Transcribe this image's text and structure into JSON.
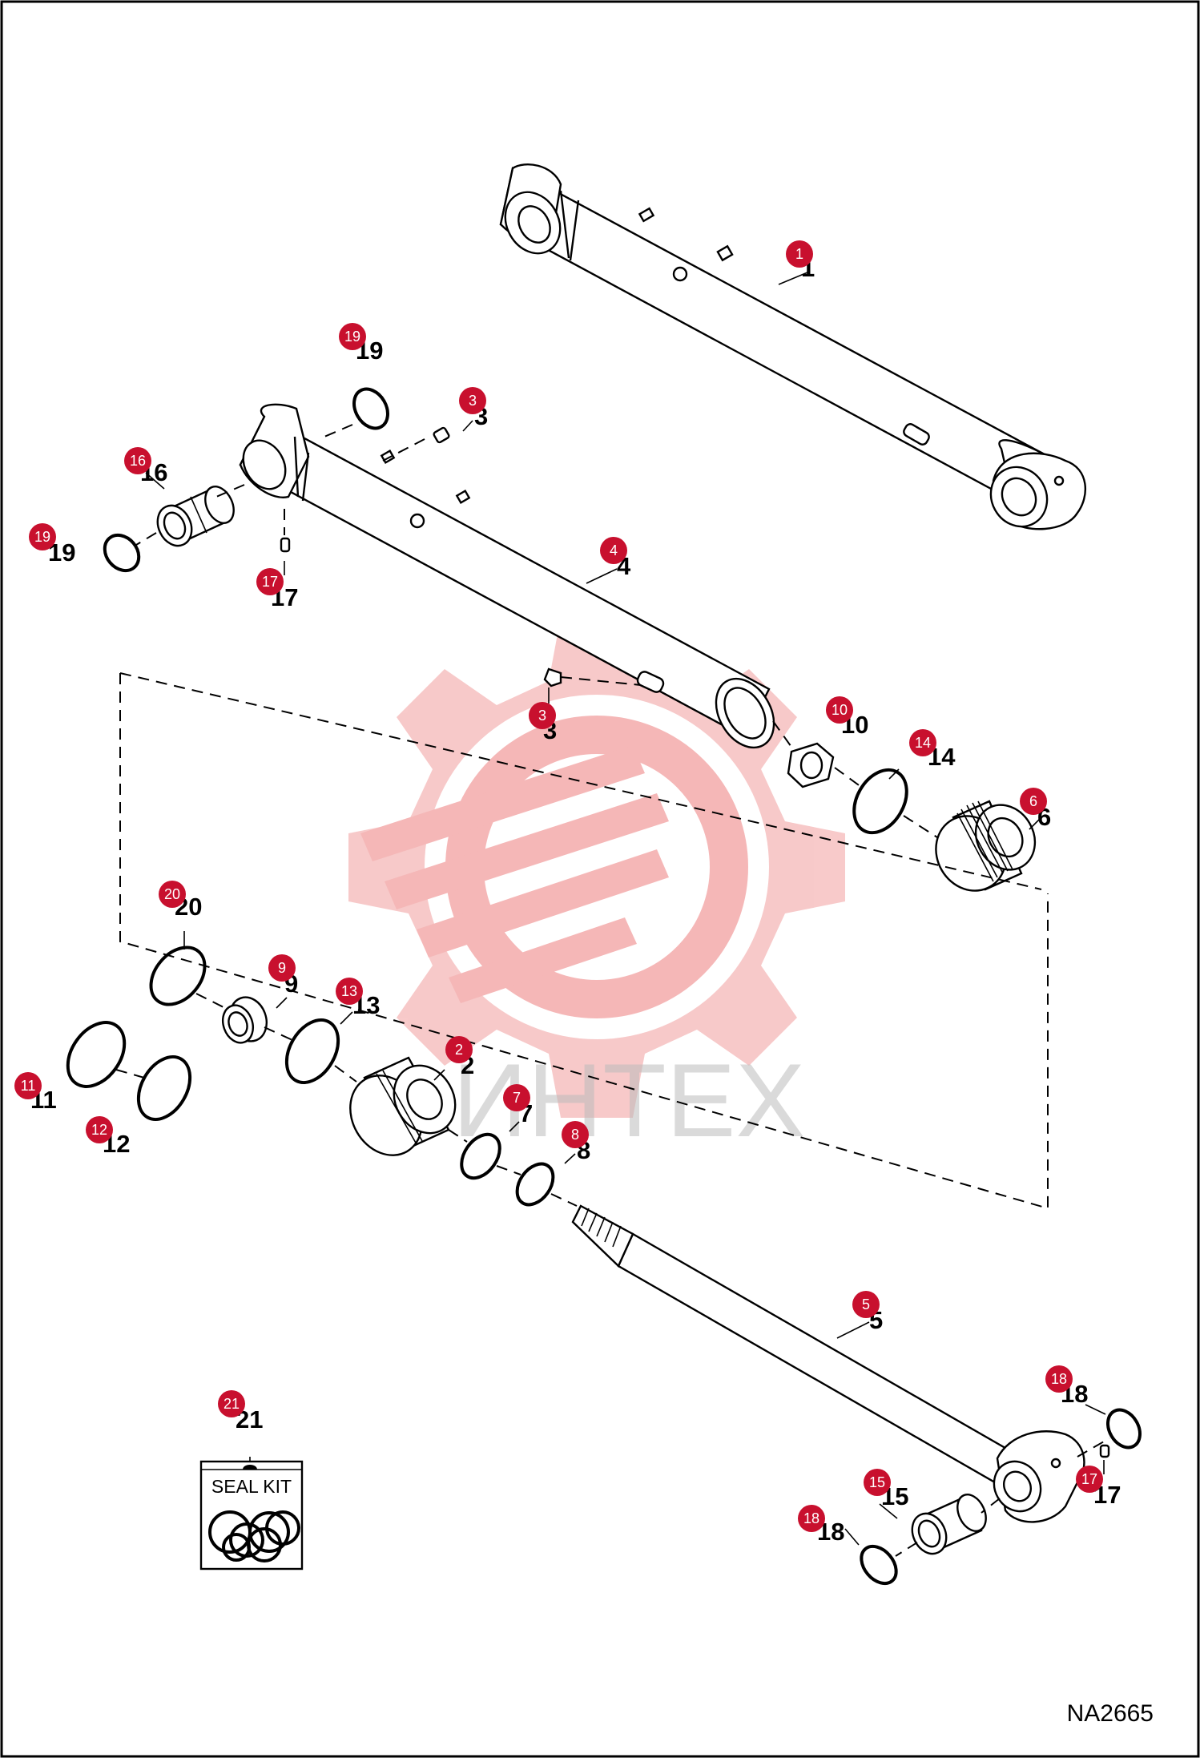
{
  "title_code": "NA2665",
  "seal_kit_label": "SEAL KIT",
  "watermark_text": "ИНТЕХ",
  "colors": {
    "callout": "#c8102e",
    "watermark": "#f4b9b9",
    "line": "#000000",
    "frame": "#000000"
  },
  "labels": [
    {
      "id": "1",
      "n": "1",
      "text": "1"
    },
    {
      "id": "19a",
      "n": "19",
      "text": "19"
    },
    {
      "id": "3a",
      "n": "3",
      "text": "3"
    },
    {
      "id": "16",
      "n": "16",
      "text": "16"
    },
    {
      "id": "19b",
      "n": "19",
      "text": "19"
    },
    {
      "id": "17a",
      "n": "17",
      "text": "17"
    },
    {
      "id": "4",
      "n": "4",
      "text": "4"
    },
    {
      "id": "3b",
      "n": "3",
      "text": "3"
    },
    {
      "id": "10",
      "n": "10",
      "text": "10"
    },
    {
      "id": "14",
      "n": "14",
      "text": "14"
    },
    {
      "id": "6",
      "n": "6",
      "text": "6"
    },
    {
      "id": "20",
      "n": "20",
      "text": "20"
    },
    {
      "id": "9",
      "n": "9",
      "text": "9"
    },
    {
      "id": "13",
      "n": "13",
      "text": "13"
    },
    {
      "id": "2",
      "n": "2",
      "text": "2"
    },
    {
      "id": "11",
      "n": "11",
      "text": "11"
    },
    {
      "id": "12",
      "n": "12",
      "text": "12"
    },
    {
      "id": "7",
      "n": "7",
      "text": "7"
    },
    {
      "id": "8",
      "n": "8",
      "text": "8"
    },
    {
      "id": "5",
      "n": "5",
      "text": "5"
    },
    {
      "id": "18a",
      "n": "18",
      "text": "18"
    },
    {
      "id": "21",
      "n": "21",
      "text": "21"
    },
    {
      "id": "15",
      "n": "15",
      "text": "15"
    },
    {
      "id": "17b",
      "n": "17",
      "text": "17"
    },
    {
      "id": "18b",
      "n": "18",
      "text": "18"
    }
  ]
}
